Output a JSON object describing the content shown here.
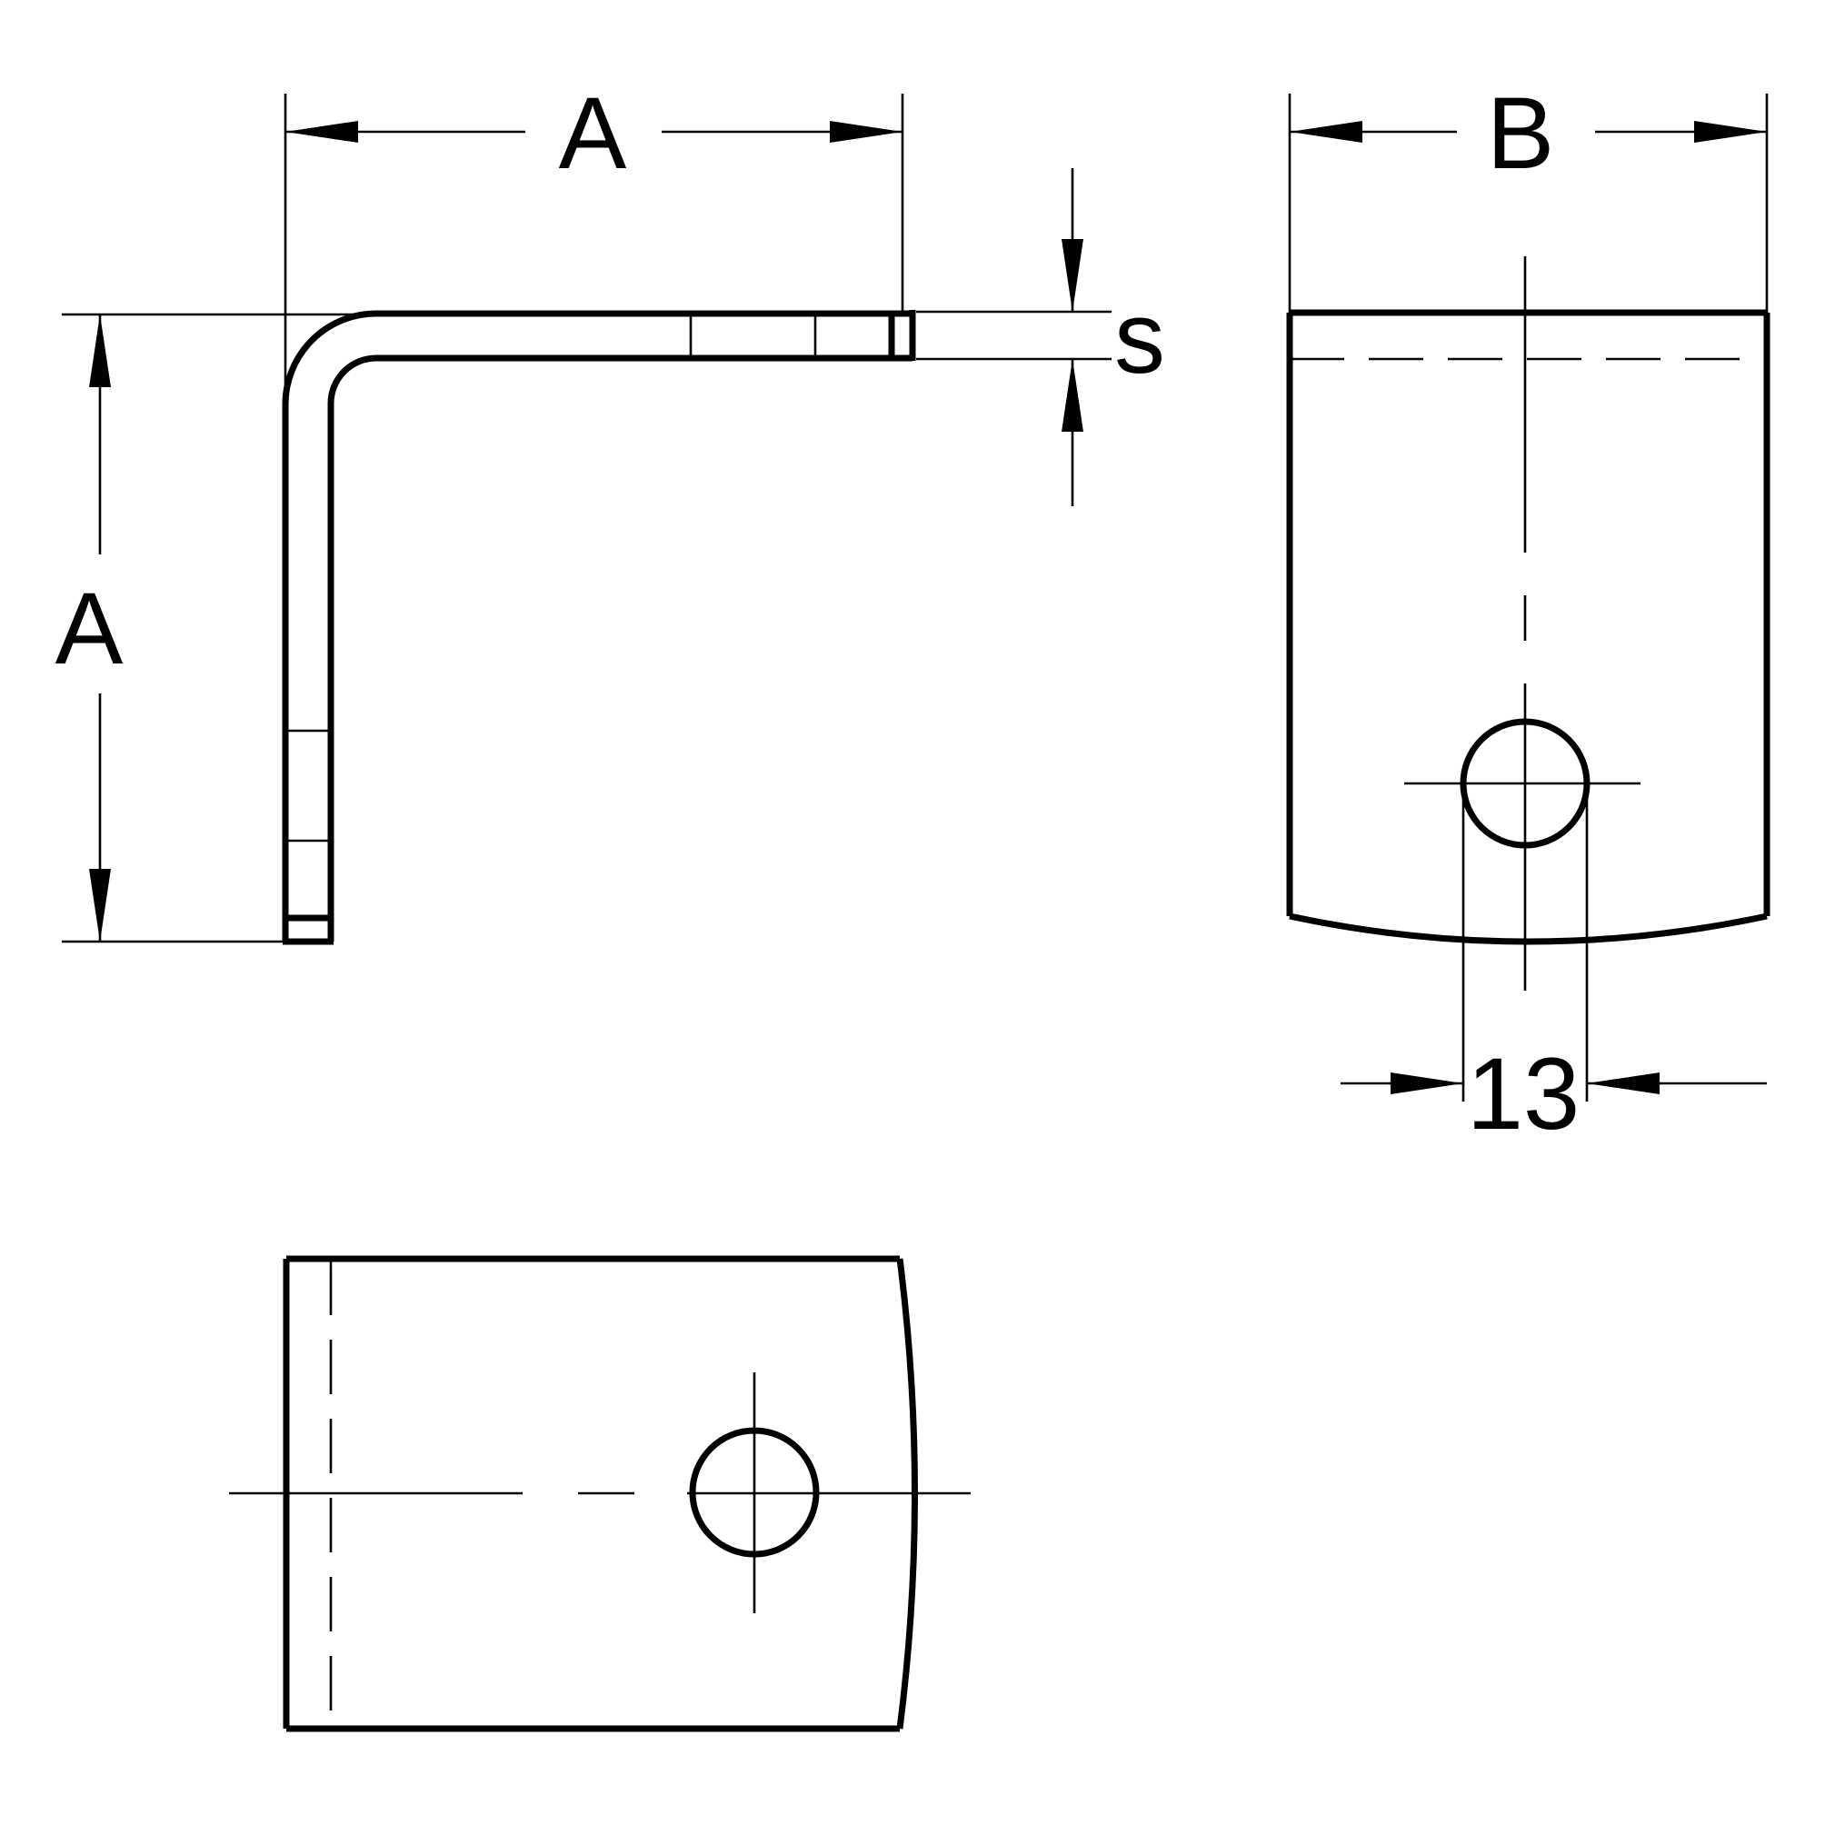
{
  "drawing": {
    "background_color": "#ffffff",
    "line_color": "#000000",
    "dimensions": {
      "top_width": "A",
      "left_height": "A",
      "front_width": "B",
      "material_thickness": "s",
      "hole_diameter": "13"
    }
  }
}
